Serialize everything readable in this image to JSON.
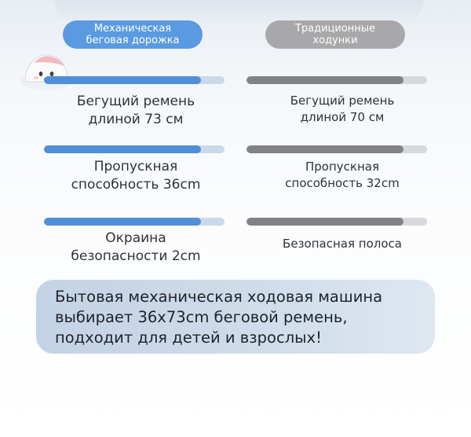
{
  "header": {
    "left_label": "Механическая\nбеговая дорожка",
    "right_label": "Традиционные\nходунки"
  },
  "colors": {
    "accent_blue": "#4f8fd9",
    "pill_blue": "#5a9ae0",
    "accent_gray": "#808287",
    "pill_gray": "#a8a8ab",
    "summary_bg": "#c9d7e8"
  },
  "mascot": {
    "icon": "mascot-character-icon"
  },
  "rows": [
    {
      "left": {
        "text": "Бегущий ремень\nдлиной 73 см",
        "level": 0.87
      },
      "right": {
        "text": "Бегущий ремень\nдлиной 70 см",
        "level": 0.87
      }
    },
    {
      "left": {
        "text": "Пропускная\nспособность 36cm",
        "level": 0.87
      },
      "right": {
        "text": "Пропускная\nспособность 32cm",
        "level": 0.87
      }
    },
    {
      "left": {
        "text": "Окраина\nбезопасности 2cm",
        "level": 0.87
      },
      "right": {
        "text": "Безопасная полоса",
        "level": 0.87
      }
    }
  ],
  "summary": {
    "text": "Бытовая механическая ходовая машина выбирает 36x73cm беговой ремень, подходит для детей и взрослых!"
  }
}
